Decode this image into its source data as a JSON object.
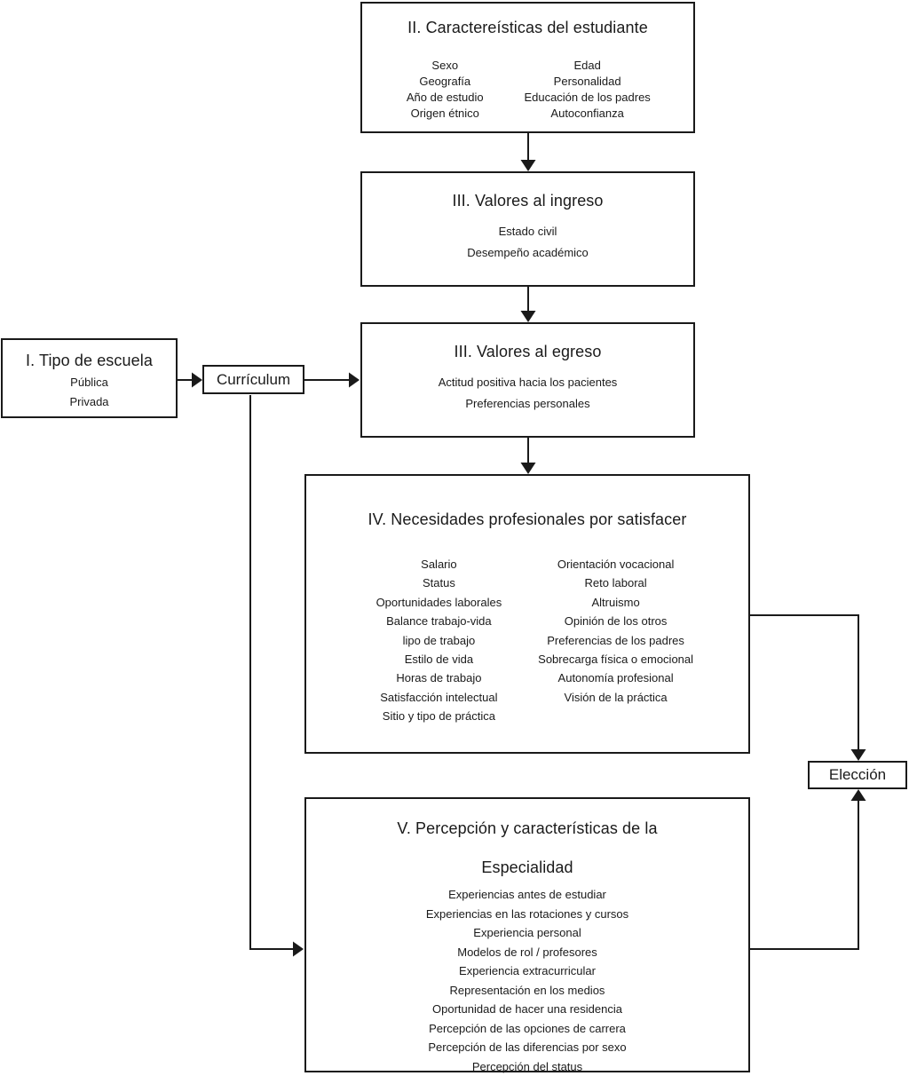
{
  "diagram": {
    "student": {
      "title": "II. Caractereísticas del estudiante",
      "left_items": [
        "Sexo",
        "Geografía",
        "Año de estudio",
        "Origen étnico"
      ],
      "right_items": [
        "Edad",
        "Personalidad",
        "Educación de los padres",
        "Autoconfianza"
      ]
    },
    "valores_ingreso": {
      "title": "III. Valores al ingreso",
      "items": [
        "Estado civil",
        "Desempeño académico"
      ]
    },
    "valores_egreso": {
      "title": "III. Valores al egreso",
      "items": [
        "Actitud positiva hacia los pacientes",
        "Preferencias personales"
      ]
    },
    "tipo_escuela": {
      "title": "I. Tipo de escuela",
      "items": [
        "Pública",
        "Privada"
      ]
    },
    "curriculum": {
      "label": "Currículum"
    },
    "necesidades": {
      "title": "IV. Necesidades profesionales por satisfacer",
      "left_items": [
        "Salario",
        "Status",
        "Oportunidades laborales",
        "Balance trabajo-vida",
        "lipo de trabajo",
        "Estilo de vida",
        "Horas de trabajo",
        "Satisfacción intelectual",
        "Sitio y tipo de práctica"
      ],
      "right_items": [
        "Orientación vocacional",
        "Reto laboral",
        "Altruismo",
        "Opinión de los otros",
        "Preferencias de los padres",
        "Sobrecarga física o emocional",
        "Autonomía profesional",
        "Visión de la práctica"
      ]
    },
    "percepcion": {
      "title_line1": "V. Percepción y características de la",
      "title_line2": "Especialidad",
      "items": [
        "Experiencias antes de estudiar",
        "Experiencias en las rotaciones y cursos",
        "Experiencia personal",
        "Modelos de rol / profesores",
        "Experiencia extracurricular",
        "Representación en los medios",
        "Oportunidad de hacer una residencia",
        "Percepción de las opciones de carrera",
        "Percepción de las diferencias por sexo",
        "Percepción del status"
      ]
    },
    "eleccion": {
      "label": "Elección"
    },
    "colors": {
      "line": "#1a1a1a",
      "background": "#ffffff"
    }
  }
}
